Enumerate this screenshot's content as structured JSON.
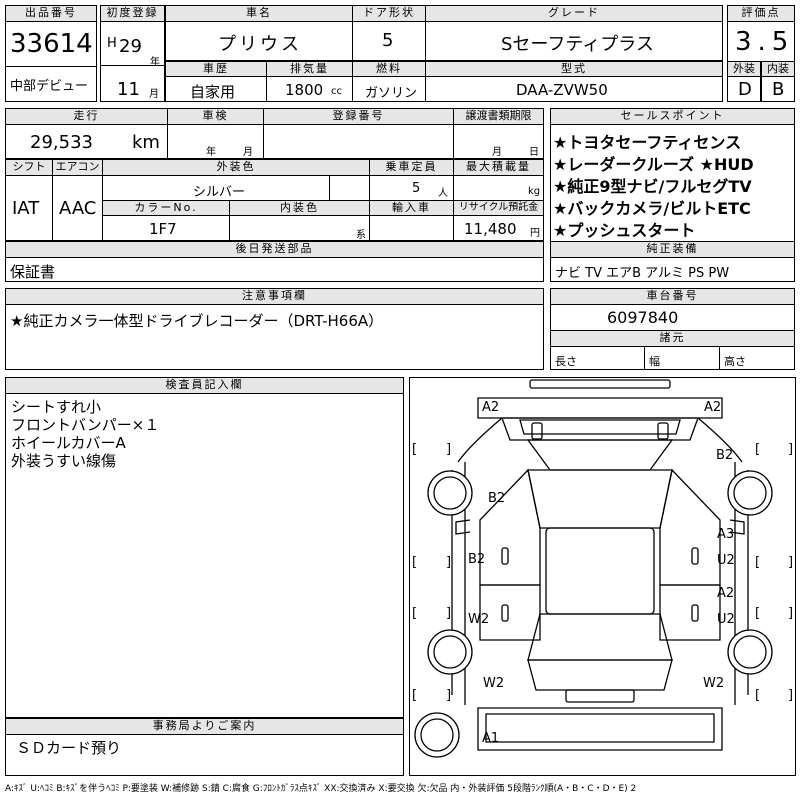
{
  "header": {
    "lot_label": "出品番号",
    "lot_no": "33614",
    "reg_label": "初度登録",
    "era_letter": "H",
    "reg_year": "29",
    "year_unit": "年",
    "reg_month": "11",
    "month_unit": "月",
    "name_label": "車名",
    "name": "プリウス",
    "door_label": "ドア形状",
    "doors": "5",
    "grade_label": "グレード",
    "grade": "Sセーフティプラス",
    "score_label": "評価点",
    "score": "3.5",
    "debut": "中部デビュー",
    "history_label": "車歴",
    "history": "自家用",
    "displacement_label": "排気量",
    "displacement": "1800",
    "cc_unit": "cc",
    "fuel_label": "燃料",
    "fuel": "ガソリン",
    "model_label": "型式",
    "model": "DAA-ZVW50",
    "exterior_label": "外装",
    "exterior_grade": "D",
    "interior_label": "内装",
    "interior_grade": "B"
  },
  "mid": {
    "mileage_label": "走行",
    "mileage": "29,533",
    "km_unit": "km",
    "inspection_label": "車検",
    "year_unit": "年",
    "month_unit": "月",
    "plate_label": "登録番号",
    "transfer_label": "譲渡書類期限",
    "shift_label": "シフト",
    "shift": "IAT",
    "ac_label": "エアコン",
    "ac": "AAC",
    "color_label": "外装色",
    "color": "シルバー",
    "capacity_label": "乗車定員",
    "capacity": "5",
    "person_unit": "人",
    "load_label": "最大積載量",
    "kg_unit": "kg",
    "color_no_label": "カラーNo.",
    "color_no": "1F7",
    "interior_color_label": "内装色",
    "kei_unit": "系",
    "import_label": "輸入車",
    "recycle_label": "リサイクル預託金",
    "recycle": "11,480",
    "yen_unit": "円",
    "later_label": "後日発送部品",
    "later": "保証書"
  },
  "sales": {
    "title": "セールスポイント",
    "points": [
      "★トヨタセーフティセンス",
      "★レーダークルーズ ★HUD",
      "★純正9型ナビ/フルセグTV",
      "★バックカメラ/ビルトETC",
      "★プッシュスタート"
    ]
  },
  "equipment": {
    "title": "純正装備",
    "items": "ナビ TV エアB アルミ PS PW"
  },
  "notes": {
    "title": "注意事項欄",
    "text": "★純正カメラ一体型ドライブレコーダー（DRT-H66A）"
  },
  "chassis": {
    "title": "車台番号",
    "number": "6097840",
    "spec_title": "諸元",
    "length_label": "長さ",
    "width_label": "幅",
    "height_label": "高さ"
  },
  "inspector": {
    "title": "検査員記入欄",
    "lines": [
      "シートすれ小",
      "フロントバンパー×１",
      "ホイールカバーA",
      "外装うすい線傷"
    ]
  },
  "office": {
    "title": "事務局よりご案内",
    "text": "ＳＤカード預り"
  },
  "diagram": {
    "marks": [
      "A2",
      "A2",
      "B2",
      "B2",
      "B2",
      "A3",
      "U2",
      "A2",
      "U2",
      "W2",
      "W2",
      "W2",
      "A1"
    ],
    "brackets": [
      "[",
      "]",
      "[",
      "]",
      "[",
      "]",
      "[",
      "]",
      "[",
      "]",
      "[",
      "]",
      "[",
      "]",
      "[",
      "]"
    ]
  },
  "legend": "A:ｷｽﾞ U:ﾍｺﾐ B:ｷｽﾞを伴うﾍｺﾐ P:要塗装 W:補修跡 S:錆 C:腐食 G:ﾌﾛﾝﾄｶﾞﾗｽ点ｷｽﾞ XX:交換済み X:要交換 欠:欠品 内・外装評価 5段階ﾗﾝｸ順(A・B・C・D・E) 2"
}
